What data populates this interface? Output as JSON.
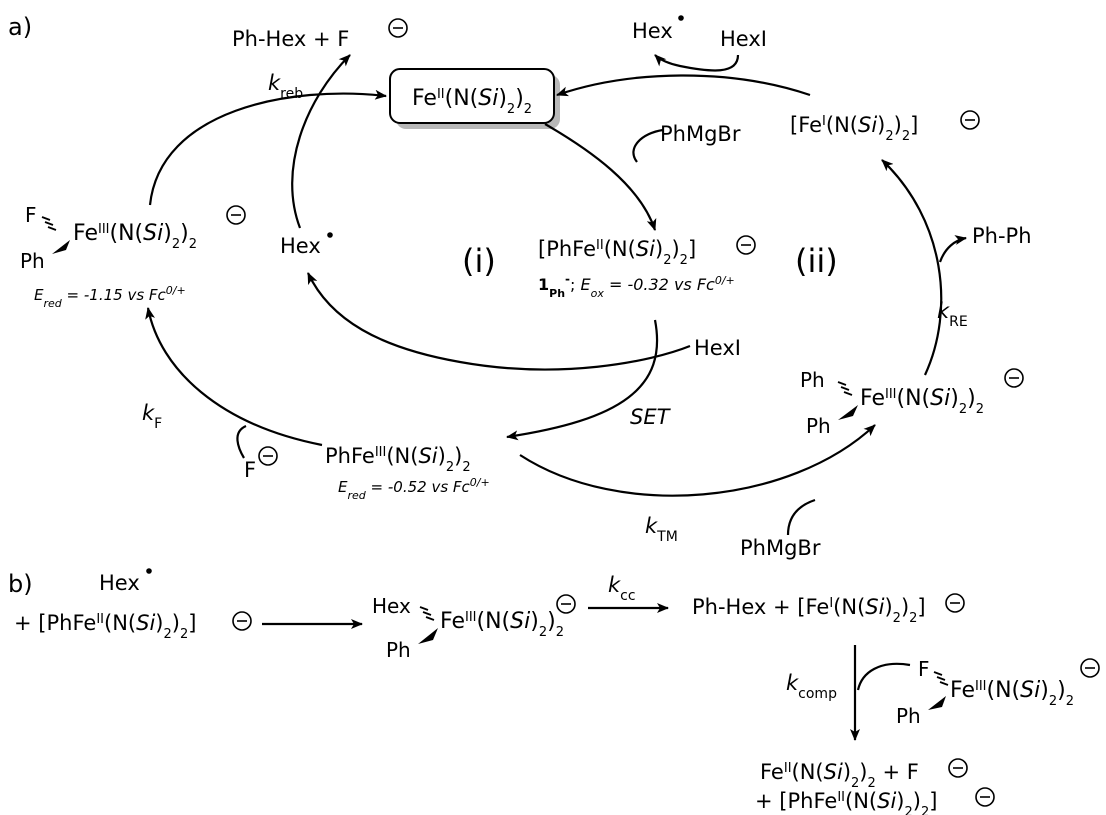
{
  "panels": {
    "a": "a)",
    "b": "b)"
  },
  "species": {
    "fe2": {
      "pre": "Fe",
      "ox": "II",
      "rest": "(N(",
      "si": "Si",
      "post": ")",
      "sub": "2",
      "close": ")",
      "sub2": "2"
    },
    "phfe2_anion": {
      "pre": "[PhFe",
      "ox": "II",
      "rest": "(N(",
      "si": "Si",
      "post": ")",
      "sub": "2",
      "close": ")",
      "sub2": "2",
      "end": "]"
    },
    "phfe2_label": {
      "num": "1",
      "numsub": "Ph",
      "charge": "-",
      "sep": "; ",
      "E": "E",
      "Esub": "ox",
      "text": " = -0.32 vs Fc",
      "sup": "0/+"
    },
    "phfe3": {
      "pre": "PhFe",
      "ox": "III",
      "rest": "(N(",
      "si": "Si",
      "post": ")",
      "sub": "2",
      "close": ")",
      "sub2": "2"
    },
    "phfe3_label": {
      "E": "E",
      "Esub": "red",
      "text": " = -0.52 vs Fc",
      "sup": "0/+"
    },
    "fphfe3": {
      "F": "F",
      "Ph": "Ph",
      "pre": "Fe",
      "ox": "III",
      "rest": "(N(",
      "si": "Si",
      "post": ")",
      "sub": "2",
      "close": ")",
      "sub2": "2"
    },
    "fphfe3_label": {
      "E": "E",
      "Esub": "red",
      "text": " = -1.15 vs Fc",
      "sup": "0/+"
    },
    "ph2fe3": {
      "Ph1": "Ph",
      "Ph2": "Ph",
      "pre": "Fe",
      "ox": "III",
      "rest": "(N(",
      "si": "Si",
      "post": ")",
      "sub": "2",
      "close": ")",
      "sub2": "2"
    },
    "fe1_anion": {
      "pre": "[Fe",
      "ox": "I",
      "rest": "(N(",
      "si": "Si",
      "post": ")",
      "sub": "2",
      "close": ")",
      "sub2": "2",
      "end": "]"
    },
    "hexfe3": {
      "Hex": "Hex",
      "Ph": "Ph",
      "pre": "Fe",
      "ox": "III",
      "rest": "(N(",
      "si": "Si",
      "post": ")",
      "sub": "2",
      "close": ")",
      "sub2": "2"
    }
  },
  "reagents": {
    "phmgbr": "PhMgBr",
    "hexi": "HexI",
    "hex": "Hex",
    "ph_hex_f": "Ph-Hex + F",
    "ph_ph": "Ph-Ph",
    "f": "F"
  },
  "cycles": {
    "i": "(i)",
    "ii": "(ii)"
  },
  "rates": {
    "kreb": {
      "k": "k",
      "sub": "reb"
    },
    "kF": {
      "k": "k",
      "sub": "F"
    },
    "kTM": {
      "k": "k",
      "sub": "TM"
    },
    "kRE": {
      "k": "k",
      "sub": "RE"
    },
    "kcc": {
      "k": "k",
      "sub": "cc"
    },
    "kcomp": {
      "k": "k",
      "sub": "comp"
    }
  },
  "labels": {
    "set": "SET",
    "plus": "+",
    "ph_hex_plus": "Ph-Hex + ",
    "plus_f": " + F"
  },
  "charge_symbol": "−"
}
